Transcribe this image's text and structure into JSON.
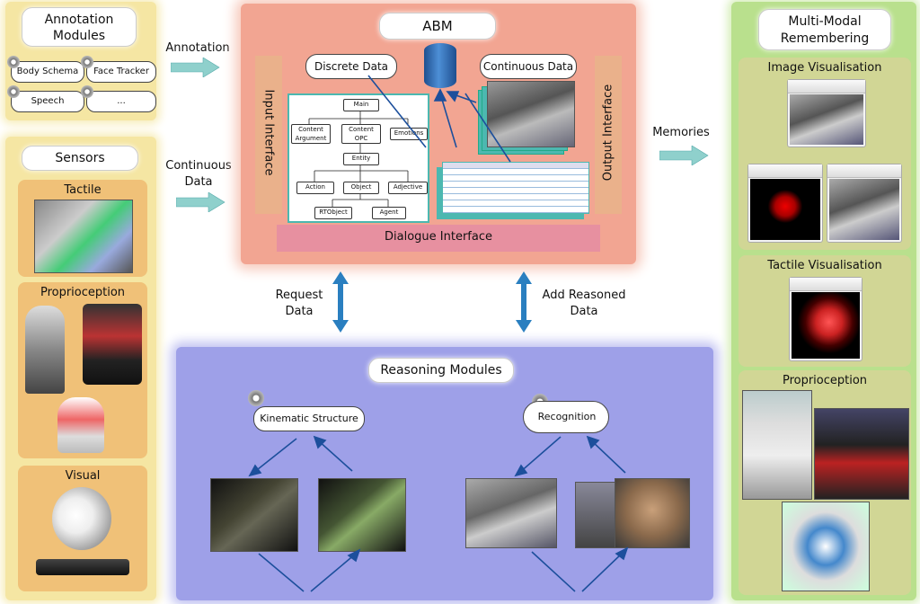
{
  "annotation_modules": {
    "title": "Annotation Modules",
    "items": [
      "Body Schema",
      "Face Tracker",
      "Speech",
      "..."
    ]
  },
  "sensors": {
    "title": "Sensors",
    "tactile": "Tactile",
    "proprioception": "Proprioception",
    "visual": "Visual"
  },
  "arrows": {
    "annotation": "Annotation",
    "continuous_data": "Continuous Data",
    "memories": "Memories",
    "request_data": "Request Data",
    "add_reasoned_data": "Add Reasoned Data"
  },
  "abm": {
    "title": "ABM",
    "discrete_data": "Discrete Data",
    "continuous_data": "Continuous Data",
    "input_interface": "Input Interface",
    "output_interface": "Output Interface",
    "dialogue_interface": "Dialogue Interface",
    "tree": {
      "main": "Main",
      "content_argument": "Content Argument",
      "content_opc": "Content OPC",
      "emotions": "Emotions",
      "entity": "Entity",
      "action": "Action",
      "object": "Object",
      "adjective": "Adjective",
      "rtobject": "RTObject",
      "agent": "Agent"
    }
  },
  "reasoning": {
    "title": "Reasoning Modules",
    "kinematic_structure": "Kinematic Structure",
    "recognition": "Recognition"
  },
  "remembering": {
    "title": "Multi-Modal Remembering",
    "image_vis": "Image Visualisation",
    "tactile_vis": "Tactile Visualisation",
    "proprioception": "Proprioception"
  },
  "colors": {
    "left_panel": "#f7e7a6",
    "abm_panel": "#f2a592",
    "reasoning_panel": "#9ea0e8",
    "right_panel": "#b9e08d",
    "arrow": "#7fc8c8",
    "blue_arrow": "#2a7fc0"
  }
}
